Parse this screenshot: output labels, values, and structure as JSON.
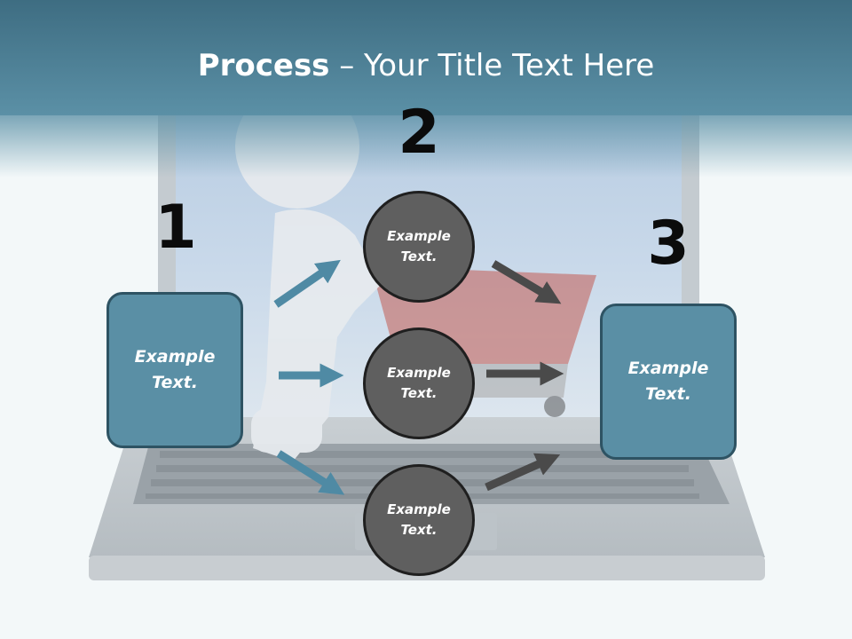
{
  "title": {
    "strong": "Process",
    "rest": " – Your Title Text Here"
  },
  "colors": {
    "title_band": "#4f8299",
    "box_fill": "#5a8fa5",
    "box_border": "#2e5363",
    "circle_fill": "#5f5f5f",
    "circle_border": "#1f1f1f",
    "arrow_teal": "#4f8aa4",
    "arrow_gray": "#4a4a4a"
  },
  "stages": {
    "input": {
      "number": "1",
      "text": "Example Text."
    },
    "process": {
      "number": "2",
      "items": [
        {
          "text": "Example Text."
        },
        {
          "text": "Example Text."
        },
        {
          "text": "Example Text."
        }
      ]
    },
    "output": {
      "number": "3",
      "text": "Example Text."
    }
  }
}
